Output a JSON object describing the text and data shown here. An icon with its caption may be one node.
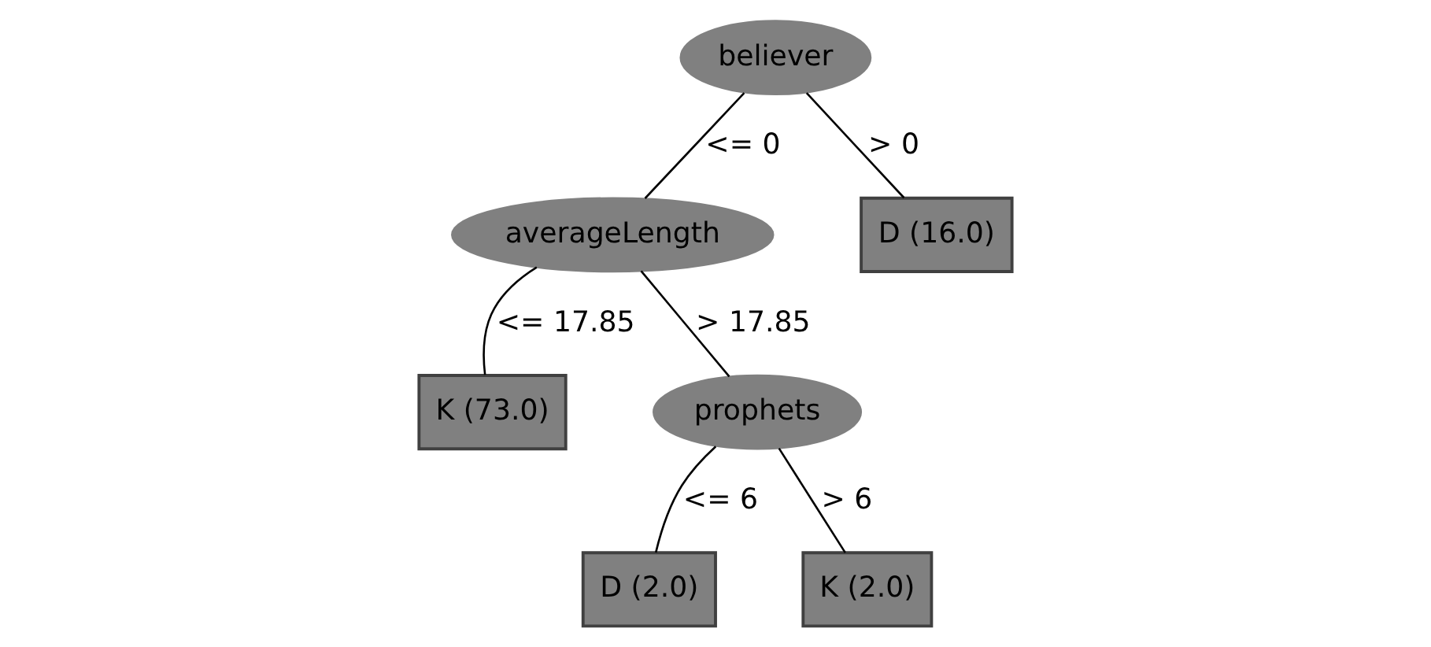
{
  "diagram": {
    "nodes": [
      {
        "text": [
          "believer"
        ]
      },
      {
        "text": [
          "averageLength"
        ]
      },
      {
        "text": [
          "D (16.0)"
        ]
      },
      {
        "text": [
          "K (73.0)"
        ]
      },
      {
        "text": [
          "prophets"
        ]
      },
      {
        "text": [
          "D (2.0)"
        ]
      },
      {
        "text": [
          "K (2.0)"
        ]
      }
    ],
    "edges": [
      {
        "from": 0,
        "to": 1,
        "arrow": "none",
        "label": "<= 0"
      },
      {
        "from": 0,
        "to": 2,
        "arrow": "none",
        "label": "> 0"
      },
      {
        "from": 1,
        "to": 3,
        "arrow": "none",
        "label": "<= 17.85"
      },
      {
        "from": 1,
        "to": 4,
        "arrow": "none",
        "label": "> 17.85"
      },
      {
        "from": 4,
        "to": 5,
        "arrow": "none",
        "label": "<= 6"
      },
      {
        "from": 4,
        "to": 6,
        "arrow": "none",
        "label": "> 6"
      }
    ]
  }
}
